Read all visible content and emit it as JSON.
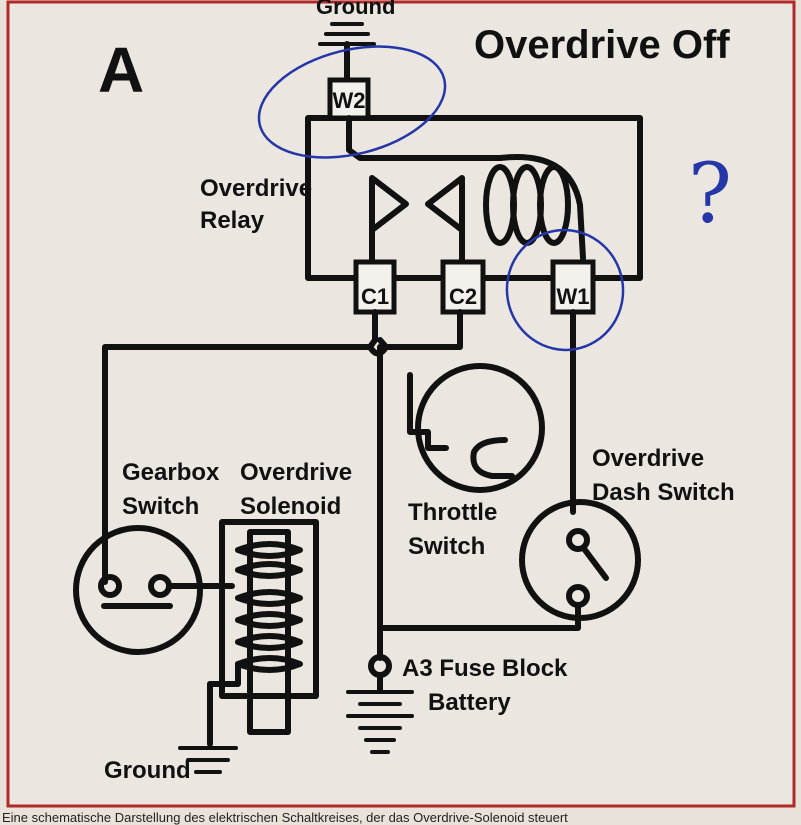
{
  "labels": {
    "diagram_letter": "A",
    "title": "Overdrive Off",
    "ground_top": "Ground",
    "w2": "W2",
    "w1": "W1",
    "c1": "C1",
    "c2": "C2",
    "relay_line1": "Overdrive",
    "relay_line2": "Relay",
    "gearbox_line1": "Gearbox",
    "gearbox_line2": "Switch",
    "solenoid_line1": "Overdrive",
    "solenoid_line2": "Solenoid",
    "throttle_line1": "Throttle",
    "throttle_line2": "Switch",
    "dash_line1": "Overdrive",
    "dash_line2": "Dash Switch",
    "fuse": "A3 Fuse Block",
    "battery": "Battery",
    "ground_bottom": "Ground",
    "handwritten_mark": "?"
  },
  "caption": "Eine schematische Darstellung des elektrischen Schaltkreises, der das Overdrive-Solenoid steuert",
  "colors": {
    "ink": "#111111",
    "frame": "#b02a2a",
    "annotation_pen": "#2536a8",
    "paper": "#ebe6df"
  }
}
